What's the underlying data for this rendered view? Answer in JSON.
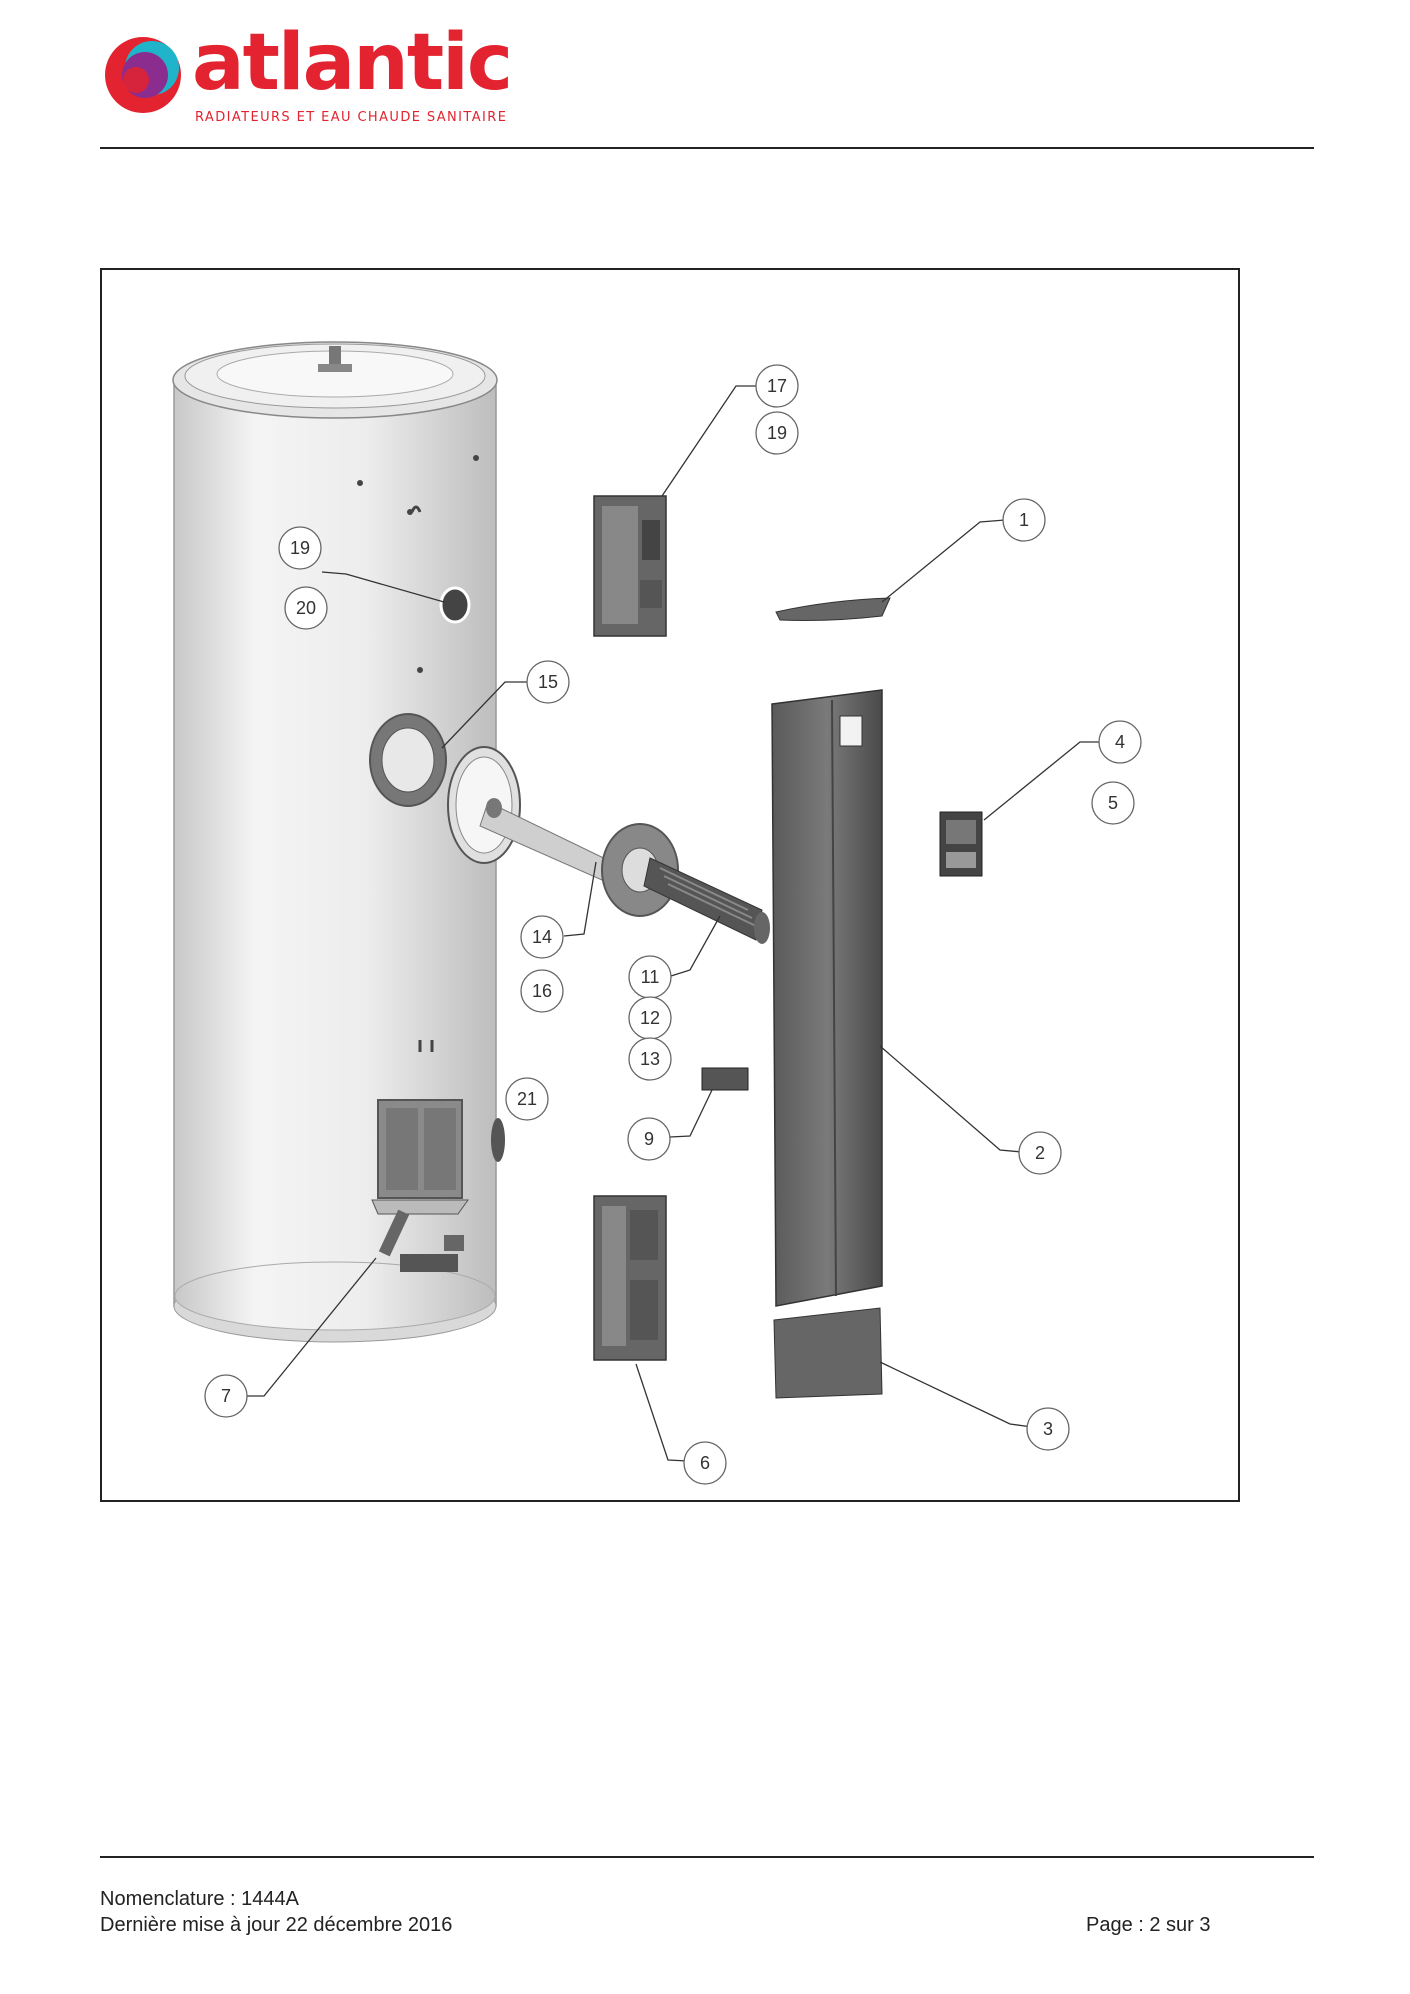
{
  "header": {
    "brand": "atlantic",
    "tagline": "RADIATEURS ET EAU CHAUDE SANITAIRE"
  },
  "callouts": [
    {
      "label": "17"
    },
    {
      "label": "19"
    },
    {
      "label": "1"
    },
    {
      "label": "19"
    },
    {
      "label": "20"
    },
    {
      "label": "15"
    },
    {
      "label": "4"
    },
    {
      "label": "5"
    },
    {
      "label": "14"
    },
    {
      "label": "16"
    },
    {
      "label": "11"
    },
    {
      "label": "12"
    },
    {
      "label": "13"
    },
    {
      "label": "21"
    },
    {
      "label": "9"
    },
    {
      "label": "2"
    },
    {
      "label": "7"
    },
    {
      "label": "3"
    },
    {
      "label": "6"
    }
  ],
  "footer": {
    "nomenclature": "Nomenclature : 1444A",
    "updated": "Dernière mise à jour 22 décembre 2016",
    "page": "Page : 2 sur 3"
  },
  "colors": {
    "brand_red": "#e3232f",
    "logo_blue": "#1fb4c9",
    "logo_purple": "#8a2d8e"
  }
}
